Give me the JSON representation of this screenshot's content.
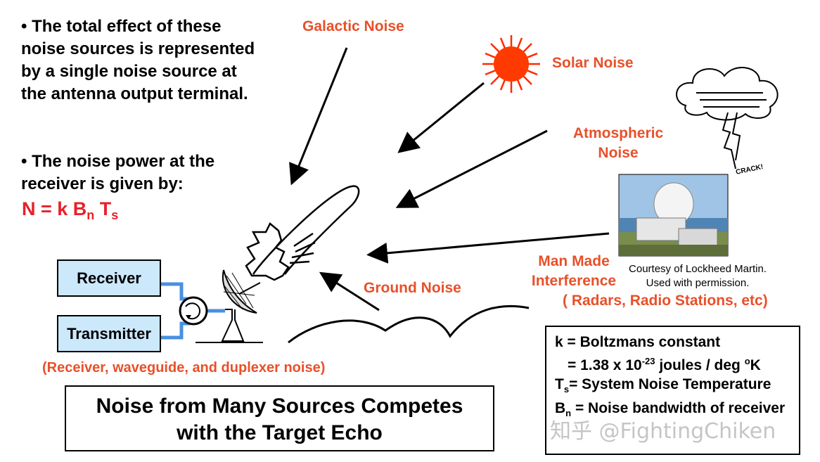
{
  "bullets": {
    "b1": "• The total effect of these noise sources is represented by a single noise source at the antenna output terminal.",
    "b2": "• The noise power at the receiver is given by:"
  },
  "equation": {
    "lhs": "N = k B",
    "sub_n": "n",
    "t": " T",
    "sub_s": "s"
  },
  "labels": {
    "galactic": "Galactic Noise",
    "solar": "Solar Noise",
    "atmospheric": "Atmospheric Noise",
    "man_made": "Man Made Interference",
    "radars": "( Radars, Radio Stations, etc)",
    "ground": "Ground Noise",
    "receiver_noise": "(Receiver, waveguide, and duplexer noise)"
  },
  "boxes": {
    "receiver": "Receiver",
    "transmitter": "Transmitter"
  },
  "photo": {
    "courtesy_1": "Courtesy of Lockheed Martin.",
    "courtesy_2": "Used with permission.",
    "crack": "CRACK!"
  },
  "caption": {
    "line1": "Noise from Many Sources Competes",
    "line2": "with the Target Echo"
  },
  "legend": {
    "k_line": "k = Boltzmans constant",
    "k_value_prefix": "= 1.38  x 10",
    "k_exp": "-23",
    "k_unit": " joules / deg ",
    "k_deg_sup": "o",
    "k_K": "K",
    "ts_T": "T",
    "ts_sub": "s",
    "ts_rest": "= System Noise Temperature",
    "bn_B": "B",
    "bn_sub": "n",
    "bn_rest": " = Noise bandwidth of receiver"
  },
  "watermark": "知乎 @FightingChiken",
  "colors": {
    "accent_red": "#e8202a",
    "label_orange": "#e8502a",
    "box_fill": "#cce8fb",
    "waveguide": "#4a90e2"
  }
}
